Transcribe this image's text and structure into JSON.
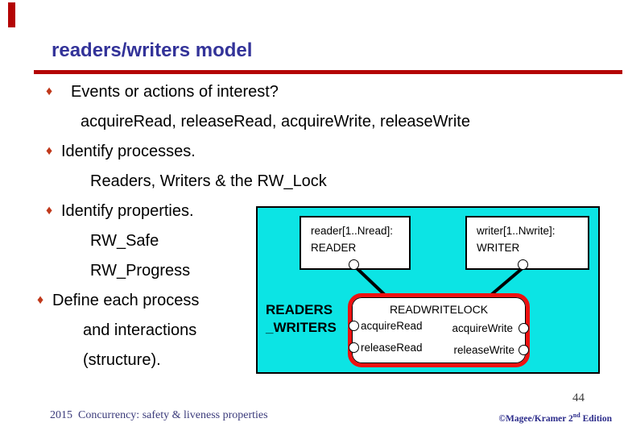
{
  "colors": {
    "title_blue": "#333399",
    "rule_red": "#b40404",
    "bullet_diamond_red": "#c0391b",
    "diagram_cyan": "#0ce4e4",
    "lock_border_red": "#ee1111",
    "footer_navy": "#3a3a7a",
    "body_text": "#000000"
  },
  "slide": {
    "title": "readers/writers model",
    "page_number": "44"
  },
  "content": {
    "bullet_glyph": "♦",
    "lines": [
      {
        "text": "Events or actions of interest?"
      },
      {
        "text": "acquireRead, releaseRead, acquireWrite, releaseWrite"
      },
      {
        "text": "Identify processes."
      },
      {
        "text": "Readers, Writers & the RW_Lock"
      },
      {
        "text": "Identify properties."
      },
      {
        "text": "RW_Safe"
      },
      {
        "text": "RW_Progress"
      },
      {
        "text": "Define each process"
      },
      {
        "text": "and interactions"
      },
      {
        "text": "(structure)."
      }
    ]
  },
  "diagram": {
    "group_label_line1": "READERS",
    "group_label_line2": "_WRITERS",
    "reader_box": {
      "line1": "reader[1..Nread]:",
      "line2": "READER"
    },
    "writer_box": {
      "line1": "writer[1..Nwrite]:",
      "line2": "WRITER"
    },
    "lock": {
      "title": "READWRITELOCK",
      "left_ports": [
        "acquireRead",
        "releaseRead"
      ],
      "right_ports": [
        "acquireWrite",
        "releaseWrite"
      ]
    }
  },
  "footer": {
    "left": "2015  Concurrency: safety & liveness properties",
    "right_prefix": "©Magee/Kramer 2",
    "right_sup": "nd",
    "right_suffix": " Edition"
  }
}
